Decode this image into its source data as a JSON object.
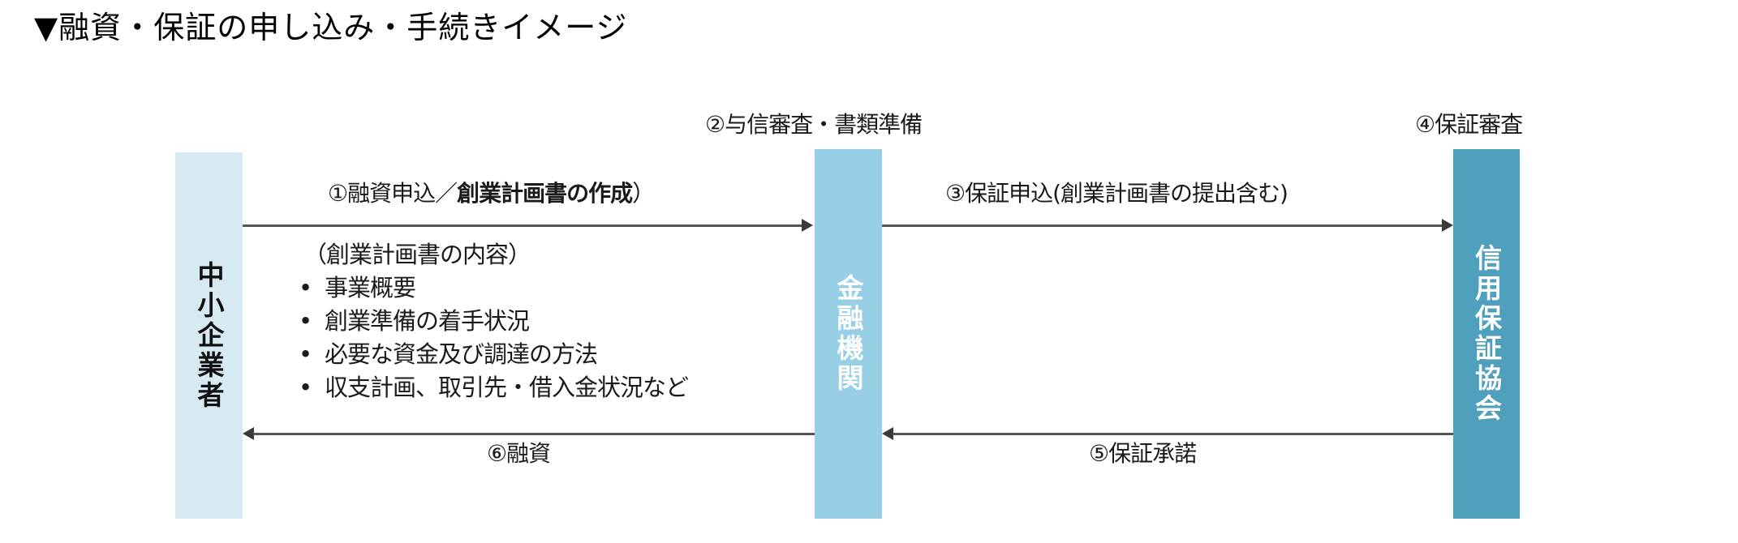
{
  "heading": "▼融資・保証の申し込み・手続きイメージ",
  "actors": {
    "sme": {
      "label": "中小企業者",
      "color": "#d8eaf1",
      "text_color": "#111111"
    },
    "bank": {
      "label": "金融機関",
      "color": "#96cfe6",
      "text_color": "#ffffff"
    },
    "guarantee": {
      "label": "信用保証協会",
      "color": "#4fa0bd",
      "text_color": "#ffffff"
    }
  },
  "steps": {
    "step1": {
      "prefix": "①融資申込／",
      "bold": "創業計画書の作成",
      "suffix": "）"
    },
    "step2": "②与信審査・書類準備",
    "step3": "③保証申込(創業計画書の提出含む)",
    "step4": "④保証審査",
    "step5": "⑤保証承諾",
    "step6": "⑥融資"
  },
  "plan_contents": {
    "title": "（創業計画書の内容）",
    "items": [
      "事業概要",
      "創業準備の着手状況",
      "必要な資金及び調達の方法",
      "収支計画、取引先・借入金状況など"
    ]
  },
  "colors": {
    "arrow": "#555555"
  }
}
